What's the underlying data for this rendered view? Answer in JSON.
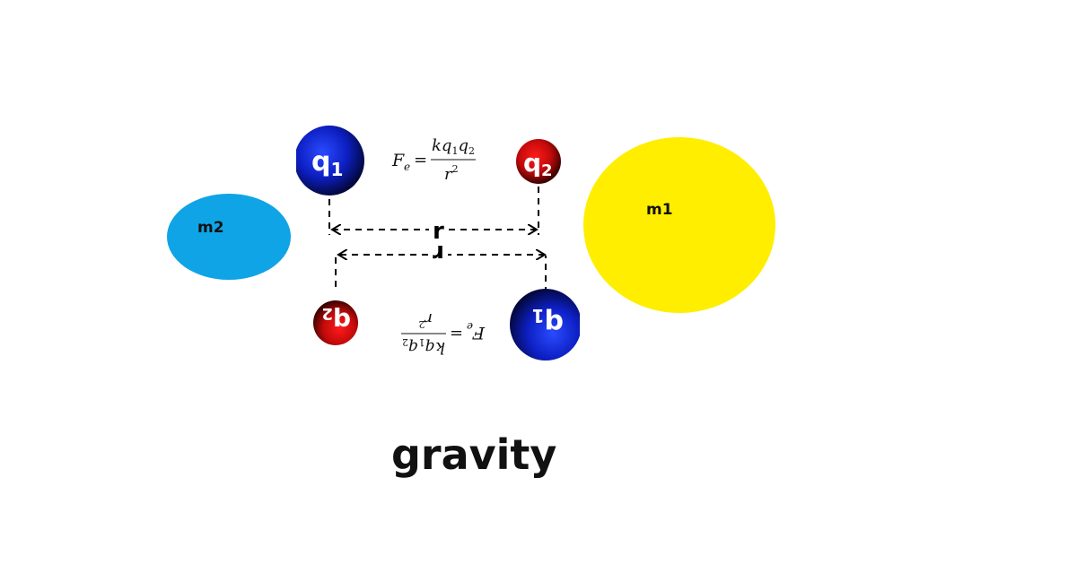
{
  "labels": {
    "mass_large": "m1",
    "mass_small": "m2",
    "title": "gravity"
  },
  "charges": {
    "top_left": {
      "base": "q",
      "sub": "1"
    },
    "top_right": {
      "base": "q",
      "sub": "2"
    },
    "bottom_left": {
      "base": "q",
      "sub": "2"
    },
    "bottom_right": {
      "base": "q",
      "sub": "1"
    }
  },
  "distance": {
    "symbol": "r"
  },
  "formula": {
    "lhs": "F",
    "lhs_sub": "e",
    "eq": "=",
    "num_k": "k",
    "num_q1": "q",
    "num_q1_sub": "1",
    "num_q2": "q",
    "num_q2_sub": "2",
    "den": "r",
    "den_sup": "2"
  },
  "colors": {
    "mass_large": "#ffee00",
    "mass_small": "#0fa4e6",
    "charge_blue": "#1f3bff",
    "charge_red": "#e01010"
  }
}
